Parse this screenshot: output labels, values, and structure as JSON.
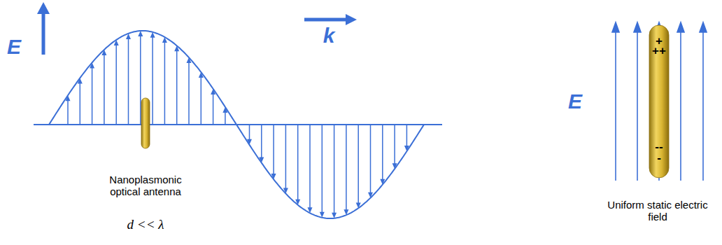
{
  "diagram": {
    "labels": [
      "E",
      "k",
      "Nanoplasmonic optical antenna",
      "d << λ",
      "E",
      "+",
      "++",
      "--",
      "-",
      "Uniform static electric field"
    ]
  }
}
